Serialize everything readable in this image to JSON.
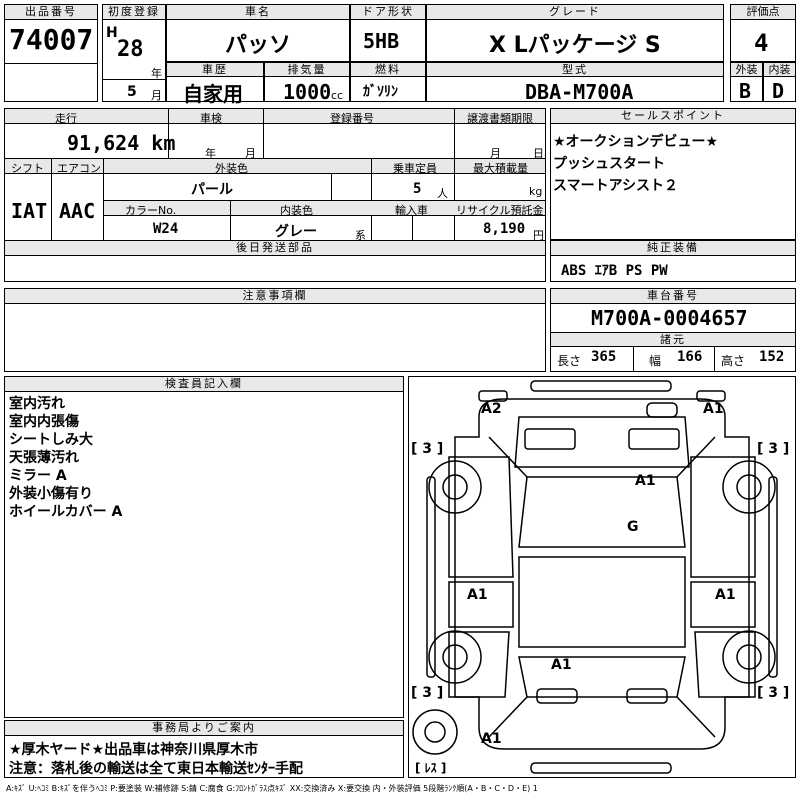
{
  "header": {
    "lot_label": "出品番号",
    "lot": "74007",
    "first_reg_label": "初度登録",
    "era": "H",
    "year": "28",
    "year_unit": "年",
    "month": "5",
    "month_unit": "月",
    "car_name_label": "車名",
    "car_name": "パッソ",
    "door_label": "ドア形状",
    "door": "5HB",
    "grade_label": "グレード",
    "grade": "X Lパッケージ S",
    "score_label": "評価点",
    "score": "4",
    "history_label": "車歴",
    "history": "自家用",
    "displacement_label": "排気量",
    "displacement": "1000",
    "displacement_unit": "cc",
    "fuel_label": "燃料",
    "fuel": "ｶﾞｿﾘﾝ",
    "model_label": "型式",
    "model": "DBA-M700A",
    "exterior_label": "外装",
    "exterior": "B",
    "interior_label": "内装",
    "interior": "D"
  },
  "mid": {
    "mileage_label": "走行",
    "mileage": "91,624 km",
    "inspection_label": "車検",
    "inspection_year": "年",
    "inspection_month": "月",
    "plate_label": "登録番号",
    "transfer_label": "譲渡書類期限",
    "transfer_month": "月",
    "transfer_day": "日",
    "shift_label": "シフト",
    "shift": "IAT",
    "ac_label": "エアコン",
    "ac": "AAC",
    "ext_color_label": "外装色",
    "ext_color": "パール",
    "capacity_label": "乗車定員",
    "capacity": "5",
    "capacity_unit": "人",
    "load_label": "最大積載量",
    "load_unit": "kg",
    "color_no_label": "カラーNo.",
    "color_no": "W24",
    "int_color_label": "内装色",
    "int_color": "グレー",
    "int_color_unit": "系",
    "import_label": "輸入車",
    "recycle_label": "リサイクル預託金",
    "recycle": "8,190",
    "recycle_unit": "円",
    "later_label": "後日発送部品"
  },
  "sales": {
    "label": "セールスポイント",
    "lines": [
      "★オークションデビュー★",
      "プッシュスタート",
      "スマートアシスト２"
    ]
  },
  "equipment": {
    "label": "純正装備",
    "value": "ABS ｴｱB PS PW"
  },
  "notes_label": "注意事項欄",
  "chassis": {
    "label": "車台番号",
    "value": "M700A-0004657",
    "dims_label": "諸元",
    "length_label": "長さ",
    "length": "365",
    "width_label": "幅",
    "width": "166",
    "height_label": "高さ",
    "height": "152"
  },
  "inspector": {
    "label": "検査員記入欄",
    "lines": [
      "室内汚れ",
      "室内内張傷",
      "シートしみ大",
      "天張薄汚れ",
      "ミラー A",
      "外装小傷有り",
      "ホイールカバー A"
    ]
  },
  "office": {
    "label": "事務局よりご案内",
    "lines": [
      "★厚木ヤード★出品車は神奈川県厚木市",
      "注意：落札後の輸送は全て東日本輸送ｾﾝﾀｰ手配"
    ]
  },
  "diagram": {
    "marks": [
      "A2",
      "A1",
      "A1",
      "G",
      "A1",
      "A1",
      "A1",
      "A1"
    ],
    "tires": [
      "[ 3 ]",
      "[ 3 ]",
      "[ 3 ]",
      "[ 3 ]"
    ],
    "spare": "[ ﾚｽ ]"
  },
  "legend": "A:ｷｽﾞ U:ﾍｺﾐ B:ｷｽﾞを伴うﾍｺﾐ P:要塗装 W:補修跡 S:錆 C:腐食 G:ﾌﾛﾝﾄｶﾞﾗｽ点ｷｽﾞ XX:交換済み X:要交換 内・外装評価 5段階ﾗﾝｸ順(A・B・C・D・E) 1"
}
